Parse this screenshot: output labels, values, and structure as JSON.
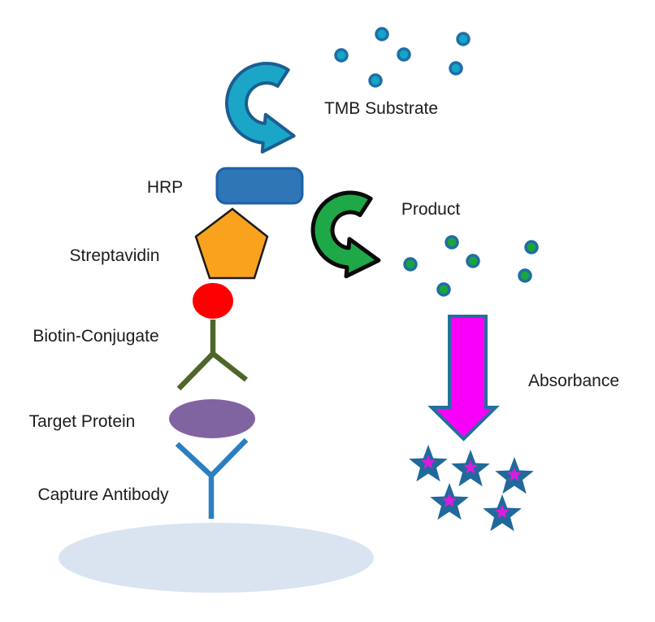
{
  "labels": {
    "tmb_substrate": "TMB Substrate",
    "hrp": "HRP",
    "streptavidin": "Streptavidin",
    "biotin_conjugate": "Biotin-Conjugate",
    "target_protein": "Target Protein",
    "capture_antibody": "Capture Antibody",
    "product": "Product",
    "absorbance": "Absorbance"
  },
  "icons": {
    "substrate_conversion_arrow": "curved-c-arrow",
    "product_conversion_arrow": "curved-c-arrow",
    "absorbance_arrow": "down-block-arrow",
    "star": "five-point-star",
    "substrate_dot": "molecule-dot",
    "product_dot": "molecule-dot"
  },
  "colors": {
    "text": "#1C1C1C",
    "substrate_arrow_fill": "#1BA6C8",
    "substrate_arrow_border": "#1B5E90",
    "substrate_dot_fill": "#14A5C8",
    "dot_ring": "#1E6EA6",
    "hrp_fill": "#2E76B5",
    "hrp_border": "#1F5FA6",
    "streptavidin_fill": "#FAA21E",
    "streptavidin_border": "#1A1A1A",
    "biotin_fill": "#FE0000",
    "detection_antibody_stroke": "#4D6729",
    "target_protein_fill": "#8064A2",
    "capture_antibody_stroke": "#2B7FC0",
    "plate_fill": "#DAE4F1",
    "product_arrow_fill": "#1FA847",
    "product_arrow_border": "#0A0A0A",
    "product_dot_fill": "#1CA53A",
    "absorbance_arrow_fill": "#F800F8",
    "absorbance_arrow_border": "#20719B",
    "star_fill": "#20699C",
    "star_inner_fill": "#DE1ADE"
  }
}
